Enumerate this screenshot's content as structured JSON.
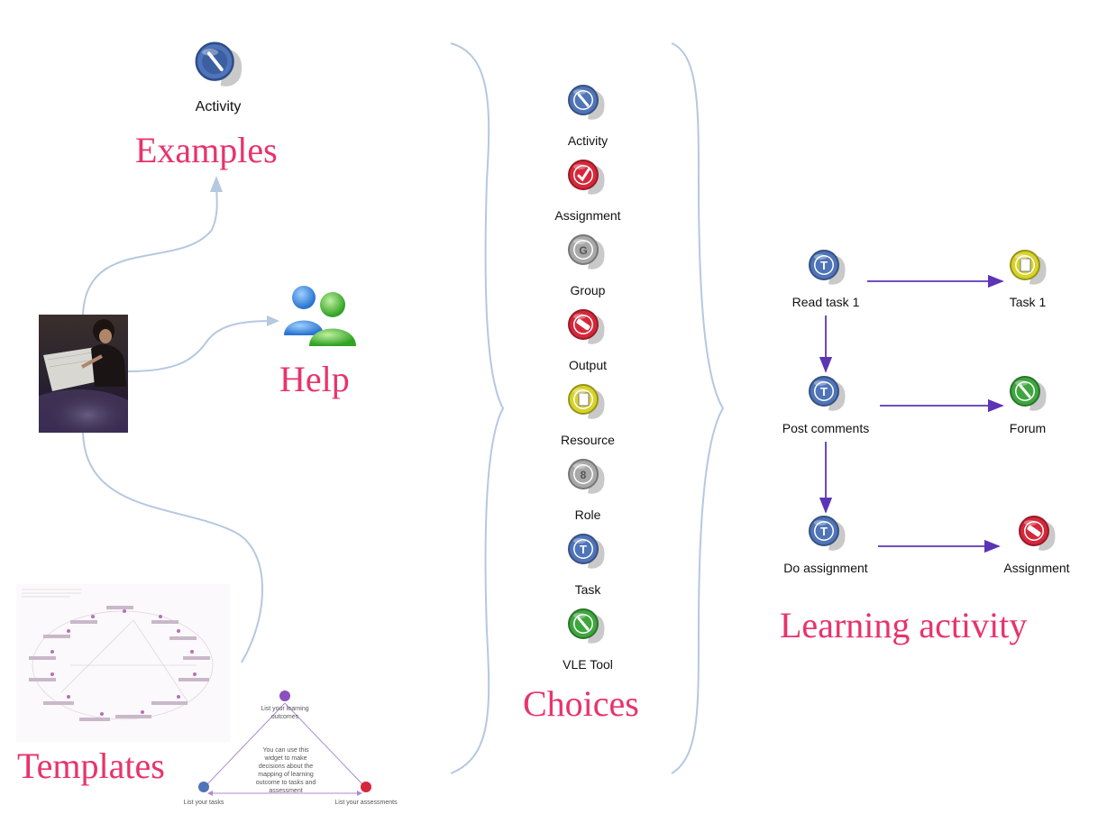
{
  "examples": {
    "icon_label": "Activity",
    "title": "Examples"
  },
  "help": {
    "title": "Help"
  },
  "templates": {
    "title": "Templates",
    "triangle": {
      "top": "List your learning outcomes",
      "center": "You can use this widget to make decisions about the mapping of learning outcome to tasks and assessment",
      "left": "List your tasks",
      "right": "List your assessments"
    }
  },
  "choices": {
    "title": "Choices",
    "items": [
      {
        "label": "Activity",
        "icon": "activity-icon",
        "color": "#4f74b8",
        "glyph": "pen"
      },
      {
        "label": "Assignment",
        "icon": "assignment-icon",
        "color": "#d6273a",
        "glyph": "check"
      },
      {
        "label": "Group",
        "icon": "group-icon",
        "color": "#a8a8a8",
        "glyph": "G"
      },
      {
        "label": "Output",
        "icon": "output-icon",
        "color": "#d6273a",
        "glyph": "bar"
      },
      {
        "label": "Resource",
        "icon": "resource-icon",
        "color": "#d7d328",
        "glyph": "doc"
      },
      {
        "label": "Role",
        "icon": "role-icon",
        "color": "#a8a8a8",
        "glyph": "8"
      },
      {
        "label": "Task",
        "icon": "task-icon",
        "color": "#4f74b8",
        "glyph": "T"
      },
      {
        "label": "VLE Tool",
        "icon": "vle-tool-icon",
        "color": "#3ea63e",
        "glyph": "pen"
      }
    ]
  },
  "learning_activity": {
    "title": "Learning activity",
    "nodes": {
      "read_task": "Read task 1",
      "task1": "Task 1",
      "post_comments": "Post comments",
      "forum": "Forum",
      "do_assignment": "Do assignment",
      "assignment": "Assignment"
    }
  },
  "colors": {
    "title": "#e8336b",
    "connector": "#b5c8e0",
    "arrow": "#5b35b5"
  }
}
